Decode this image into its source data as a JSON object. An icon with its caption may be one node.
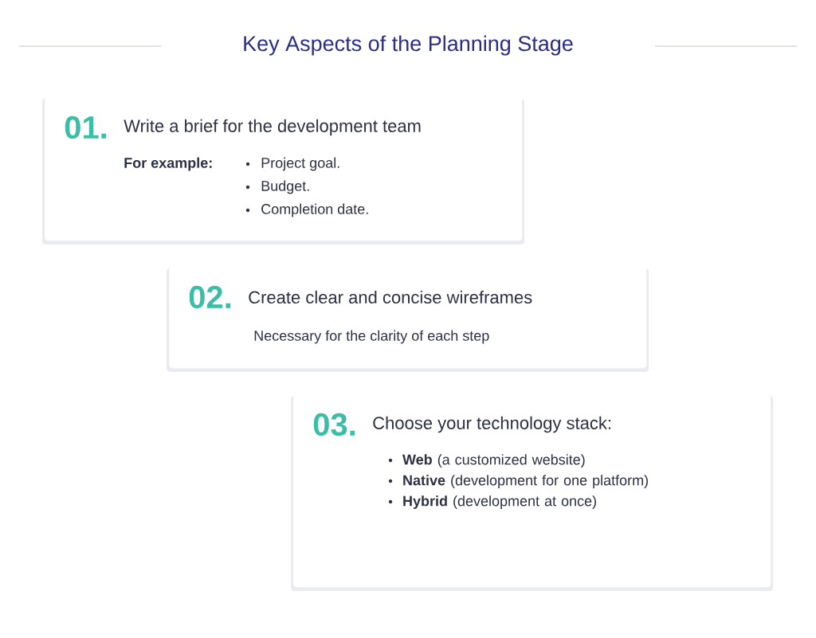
{
  "diagram": {
    "title": "Key Aspects of the Planning Stage",
    "nodes": [
      {
        "text": [
          "01.",
          "Write a brief for the development team",
          "For example:",
          "Project goal.",
          "Budget.",
          "Completion date."
        ]
      },
      {
        "text": [
          "02.",
          "Create clear and concise wireframes",
          "Necessary for the clarity of each step"
        ]
      },
      {
        "text": [
          "03.",
          "Choose your technology stack:",
          "**Web** (a customized website)",
          "**Native** (development for one platform)",
          "**Hybrid** (development at once)"
        ]
      }
    ]
  }
}
